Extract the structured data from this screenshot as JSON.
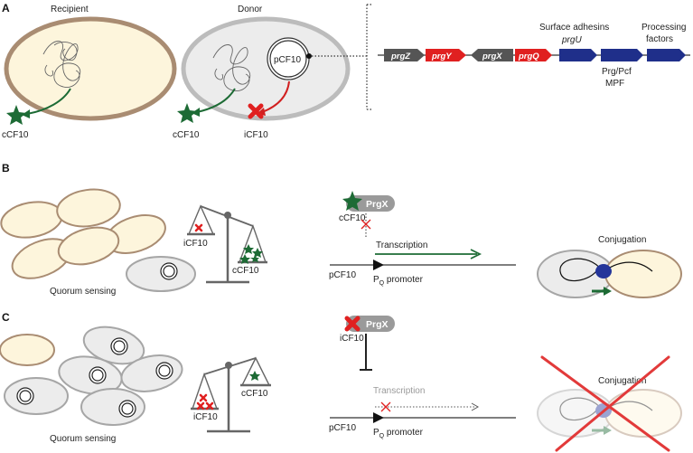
{
  "panels": {
    "a": "A",
    "b": "B",
    "c": "C"
  },
  "panel_a": {
    "recipient_label": "Recipient",
    "donor_label": "Donor",
    "plasmid_label": "pCF10",
    "recipient_pheromone": "cCF10",
    "donor_pheromone": "cCF10",
    "inhibitor": "iCF10",
    "genes": [
      "prgZ",
      "prgY",
      "prgX",
      "prgQ"
    ],
    "surface_adhesins": "Surface adhesins",
    "prgU": "prgU",
    "processing_factors_1": "Processing",
    "processing_factors_2": "factors",
    "mpf_1": "Prg/Pcf",
    "mpf_2": "MPF",
    "colors": {
      "grey_gene": "#555555",
      "red_gene": "#e02020",
      "blue_gene": "#1f2f8a",
      "green": "#1d6b35"
    }
  },
  "panel_b": {
    "icf10": "iCF10",
    "ccf10": "cCF10",
    "quorum": "Quorum sensing",
    "prgx": "PrgX",
    "ccf10_bound": "cCF10",
    "transcription": "Transcription",
    "pcf10": "pCF10",
    "promoter_p": "P",
    "promoter_sub": "Q",
    "promoter_word": " promoter",
    "conjugation": "Conjugation"
  },
  "panel_c": {
    "icf10": "iCF10",
    "ccf10": "cCF10",
    "quorum": "Quorum sensing",
    "prgx": "PrgX",
    "icf10_bound": "iCF10",
    "transcription": "Transcription",
    "pcf10": "pCF10",
    "promoter_p": "P",
    "promoter_sub": "Q",
    "promoter_word": " promoter",
    "conjugation": "Conjugation"
  }
}
